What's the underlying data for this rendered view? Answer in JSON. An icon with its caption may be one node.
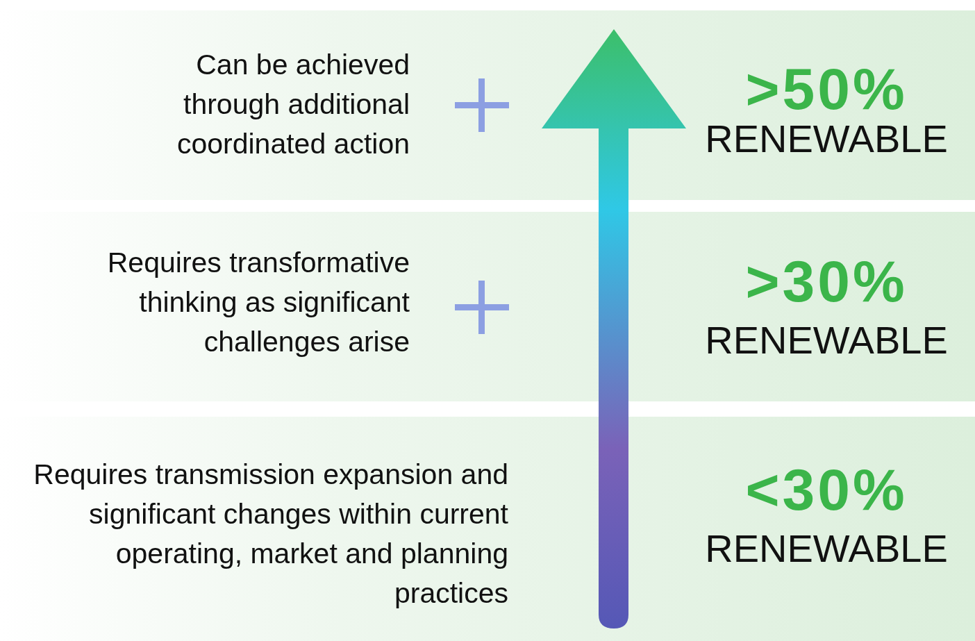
{
  "diagram": {
    "nodes": [
      {
        "text": [
          "Can be achieved through additional coordinated action",
          ">50%",
          "RENEWABLE"
        ]
      },
      {
        "text": [
          "Requires transformative thinking as significant challenges arise",
          ">30%",
          "RENEWABLE"
        ]
      },
      {
        "text": [
          "Requires transmission expansion and significant changes within current operating, market and planning practices",
          "<30%",
          "RENEWABLE"
        ]
      },
      {
        "text": [],
        "shape": "arrow"
      }
    ]
  }
}
